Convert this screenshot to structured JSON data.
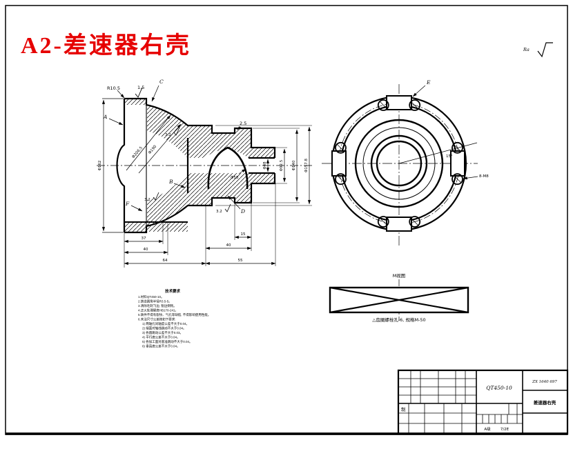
{
  "sheet": {
    "title": "A2-差速器右壳",
    "roughness_label": "Ra"
  },
  "section_view": {
    "datum_a": "A",
    "label_b": "B",
    "label_c": "C",
    "label_d": "D",
    "label_f": "F",
    "fillet_radius": "R10.5",
    "chamfer_top": "1.5",
    "chamfer_ring": "2.5",
    "roughness_1": "3.2",
    "roughness_2": "3.2",
    "roughness_3": "3.2",
    "dia_flange": "Φ162",
    "dia_outer": "Φ206.5",
    "dia_web": "Φ190",
    "dia_sphere": "Φ58",
    "dia_bore": "Φ48",
    "dia_step": "Φ92.5",
    "dia_ring": "Φ140",
    "dia_barrel": "Φ157.8",
    "len_flange": "37",
    "len_hub": "40",
    "len_left": "64",
    "len_right": "55",
    "len_step": "15",
    "len_neck": "40"
  },
  "front_view": {
    "label_e": "E",
    "holes_note": "8-M8",
    "angle": "15°"
  },
  "detail_view": {
    "title": "M视图",
    "note": "△齿圈螺栓孔-6, 规格M-50"
  },
  "tech_notes": {
    "heading": "技术要求",
    "lines": [
      "1.材料QT450-10。",
      "2.铸造圆角半径R3.5-5。",
      "3.清除毛刺飞边, 锐边倒钝。",
      "4.正火处理硬度HB170-241。",
      "5.铸件不得有裂纹、气孔等缺陷, 不得影响使用性能。",
      "6.未注尺寸公差按如下要求:",
      "1) 两轴孔同轴度公差不大于0.04。",
      "2) 端面对轴线跳动不大于0.04。",
      "3) 各圆跳动公差不大于0.03。",
      "4) 平行度公差不大于0.04。",
      "5) 各加工面对基准跳动不大于0.04。",
      "6) 垂直度公差不大于0.04。"
    ]
  },
  "title_block": {
    "material": "QT450-10",
    "drawing_no": "ZX 1640 697",
    "part_name": "差速器右壳",
    "maker_label": "制",
    "grade": "A级",
    "sheet_no": "7/2E"
  }
}
